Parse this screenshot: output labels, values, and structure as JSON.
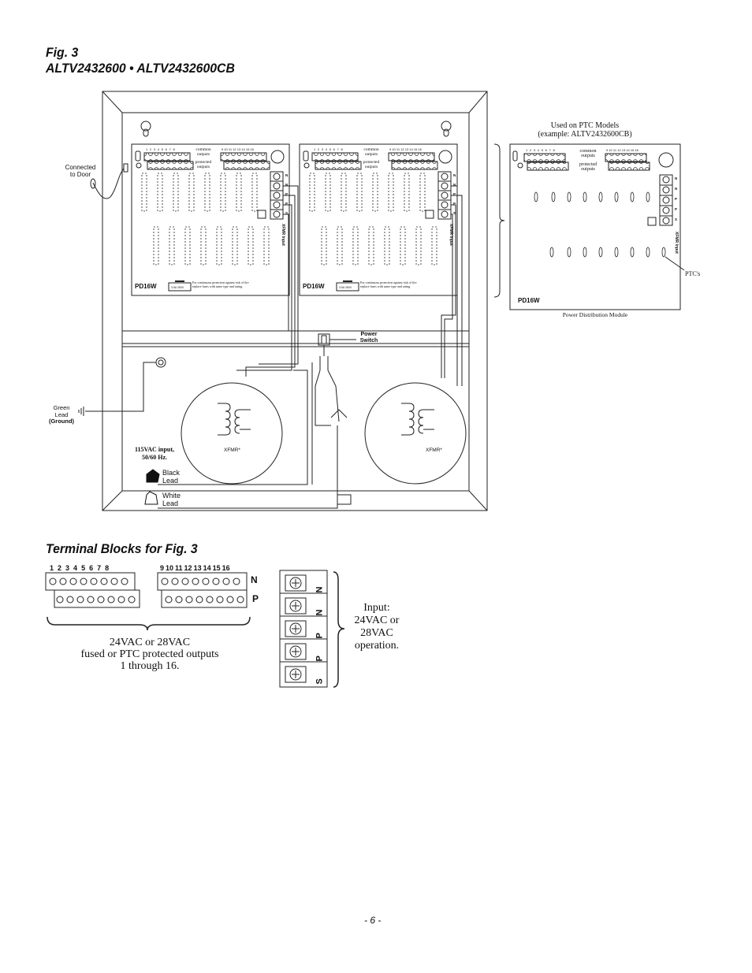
{
  "figure": {
    "title_line1": "Fig. 3",
    "title_line2": "ALTV2432600 • ALTV2432600CB"
  },
  "enclosure": {
    "connected_to_door": [
      "Connected",
      "to Door"
    ],
    "green_lead": [
      "Green",
      "Lead"
    ],
    "ground": "(Ground)",
    "power_switch": [
      "Power",
      "Switch"
    ],
    "input_label": [
      "115VAC input,",
      "50/60 Hz."
    ],
    "black_lead": [
      "Black",
      "Lead"
    ],
    "white_lead": [
      "White",
      "Lead"
    ],
    "xfmr_left": "XFMR*",
    "xfmr_right": "XFMR*"
  },
  "board": {
    "model": "PD16W",
    "numbers_low": "1 2 3 4 5 6 7 8",
    "numbers_high": "9 10 11 12 13 14 15 16",
    "common_outputs": [
      "common",
      "outputs"
    ],
    "protected_outputs": [
      "protected",
      "outputs"
    ],
    "xfmr_input": "XFMR Input",
    "fuse_rating": "3.5A 250V",
    "warning": [
      "For continuous protection against risk of fire",
      "replace fuses with same type and rating."
    ],
    "term_letters": [
      "N",
      "N",
      "P",
      "P",
      "S"
    ]
  },
  "ptc_board": {
    "used_on": [
      "Used on PTC Models",
      "(example: ALTV2432600CB)"
    ],
    "model": "PD16W",
    "module_label": "Power Distribution Module",
    "ptcs_label": "PTC's",
    "numbers_low": "1 2 3 4 5 6 7 8",
    "numbers_high": "9 10 11 12 13 14 15 16",
    "common_outputs": [
      "common",
      "outputs"
    ],
    "protected_outputs": [
      "protected",
      "outputs"
    ],
    "xfmr_input": "XFMR Input"
  },
  "terminal_section": {
    "title": "Terminal Blocks for Fig. 3",
    "numbers_low": [
      "1",
      "2",
      "3",
      "4",
      "5",
      "6",
      "7",
      "8"
    ],
    "numbers_high": [
      "9",
      "10",
      "11",
      "12",
      "13",
      "14",
      "15",
      "16"
    ],
    "row_n": "N",
    "row_p": "P",
    "outputs_caption": [
      "24VAC or 28VAC",
      "fused or PTC protected outputs",
      "1 through 16."
    ],
    "input_letters": [
      "N",
      "N",
      "P",
      "P",
      "S"
    ],
    "input_caption": [
      "Input:",
      "24VAC or",
      "28VAC",
      "operation."
    ]
  },
  "page_number": "- 6 -"
}
